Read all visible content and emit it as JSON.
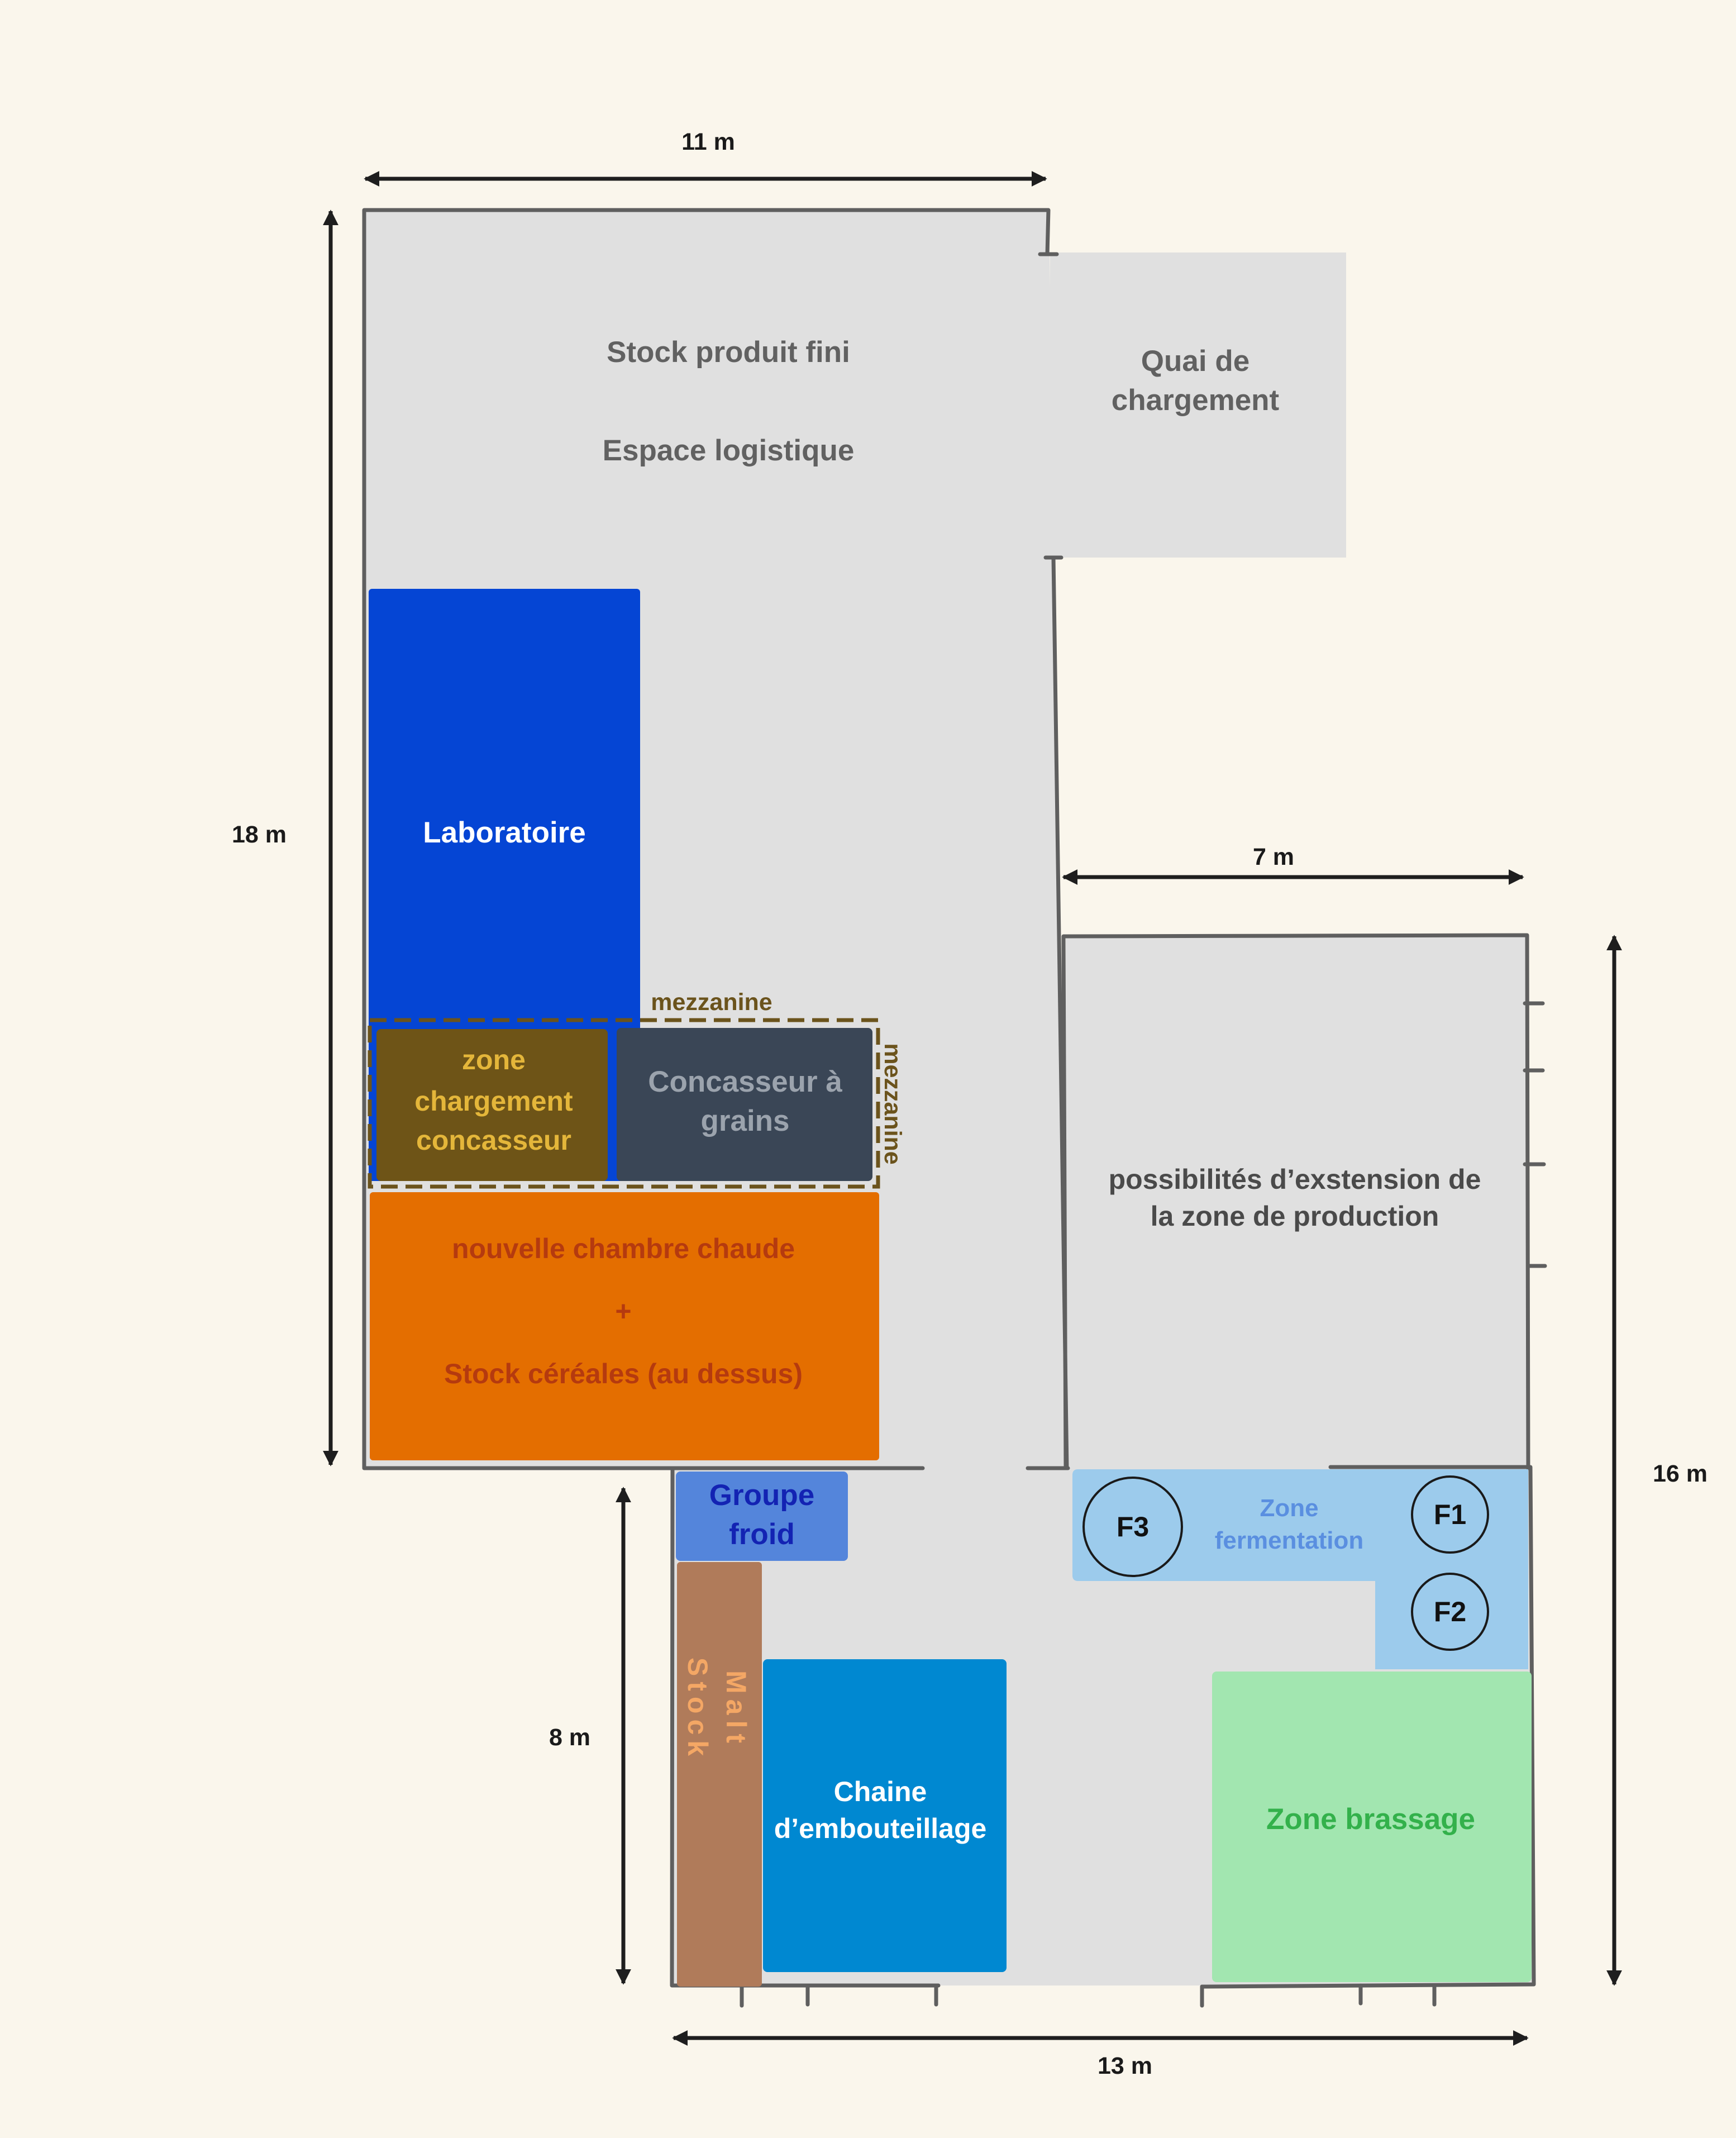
{
  "colors": {
    "background": "#faf6ec",
    "floor": "#e0e0e0",
    "wall": "#5f5f5f",
    "laboratoire": "#0545d4",
    "zone_chargement": "#6e5417",
    "concasseur": "#3a4656",
    "chambre_chaude": "#e46e00",
    "groupe_froid": "#5485db",
    "stock_malt": "#b07b5a",
    "embouteillage": "#0088d1",
    "fermentation": "#9ccbec",
    "brassage": "#a2e6b0",
    "mezzanine": "#6b531c",
    "arrow": "#1e1e1e"
  },
  "dimensions": {
    "top_width": "11 m",
    "left_height": "18 m",
    "ext_width": "7 m",
    "right_height": "16 m",
    "bottom_height": "8 m",
    "bottom_width": "13 m"
  },
  "rooms": {
    "stock_produit_fini": "Stock produit fini",
    "espace_logistique": "Espace logistique",
    "quai_line1": "Quai de",
    "quai_line2": "chargement",
    "laboratoire": "Laboratoire",
    "mezzanine_top": "mezzanine",
    "mezzanine_side": "mezzanine",
    "zone_chargement_line1": "zone",
    "zone_chargement_line2": "chargement",
    "zone_chargement_line3": "concasseur",
    "concasseur_line1": "Concasseur à",
    "concasseur_line2": "grains",
    "chambre_line1": "nouvelle chambre chaude",
    "chambre_plus": "+",
    "chambre_line2": "Stock céréales (au dessus)",
    "extension_line1": "possibilités d’exstension de",
    "extension_line2": "la zone de production",
    "groupe_froid_line1": "Groupe",
    "groupe_froid_line2": "froid",
    "stock_word": "Stock",
    "malt_word": "Malt",
    "embouteillage_line1": "Chaine",
    "embouteillage_line2": "d’embouteillage",
    "fermentation_line1": "Zone",
    "fermentation_line2": "fermentation",
    "f1": "F1",
    "f2": "F2",
    "f3": "F3",
    "brassage": "Zone brassage"
  }
}
